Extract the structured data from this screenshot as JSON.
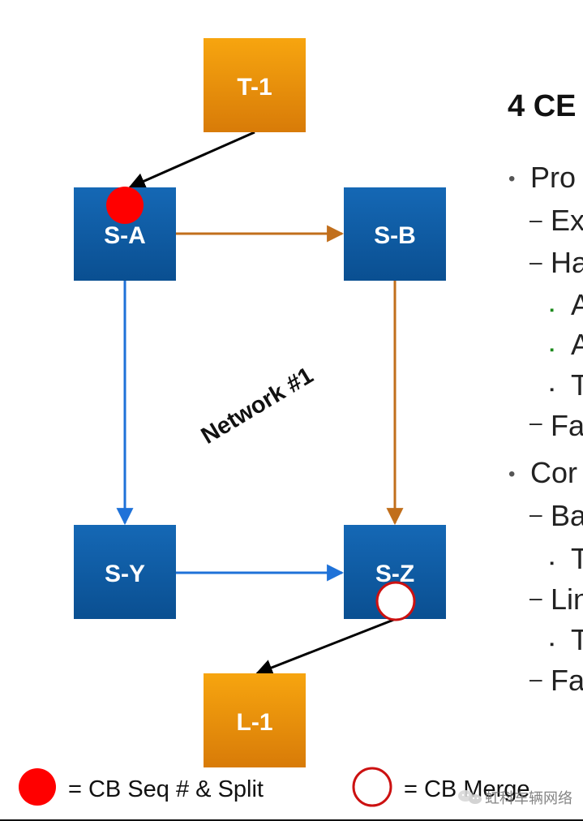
{
  "diagram": {
    "nodes": {
      "t1": "T-1",
      "sa": "S-A",
      "sb": "S-B",
      "sy": "S-Y",
      "sz": "S-Z",
      "l1": "L-1"
    },
    "network_label": "Network #1",
    "colors": {
      "orange_top": "#f7a50f",
      "orange_bottom": "#d87b08",
      "blue_top": "#1466b4",
      "blue_bottom": "#0a4f91",
      "orange_link": "#c16f1c",
      "blue_link": "#1f72d8",
      "black_link": "#000000",
      "red": "#ff0000"
    }
  },
  "slide": {
    "title": "4 CE",
    "bullets": [
      {
        "symbol": "•",
        "text": "Pro",
        "color": "#222222"
      },
      {
        "symbol": "–",
        "text": "Ex",
        "color": "#222222"
      },
      {
        "symbol": "–",
        "text": "Ha",
        "color": "#222222"
      },
      {
        "symbol": "▪",
        "text": "A",
        "color": "#1c8a1c"
      },
      {
        "symbol": "▪",
        "text": "A",
        "color": "#1c8a1c"
      },
      {
        "symbol": "▪",
        "text": "T",
        "color": "#222222"
      },
      {
        "symbol": "–",
        "text": "Fa",
        "color": "#222222"
      },
      {
        "symbol": "•",
        "text": "Cor",
        "color": "#222222"
      },
      {
        "symbol": "–",
        "text": "Ba",
        "color": "#222222"
      },
      {
        "symbol": "▪",
        "text": "T",
        "color": "#222222"
      },
      {
        "symbol": "–",
        "text": "Lin",
        "color": "#222222"
      },
      {
        "symbol": "▪",
        "text": "T",
        "color": "#222222"
      },
      {
        "symbol": "–",
        "text": "Fa",
        "color": "#222222"
      }
    ]
  },
  "legend": {
    "split_label": "= CB Seq # & Split",
    "merge_label": "= CB Merge"
  },
  "watermark": {
    "text": "虹科车辆网络",
    "icon": "wechat-icon"
  }
}
